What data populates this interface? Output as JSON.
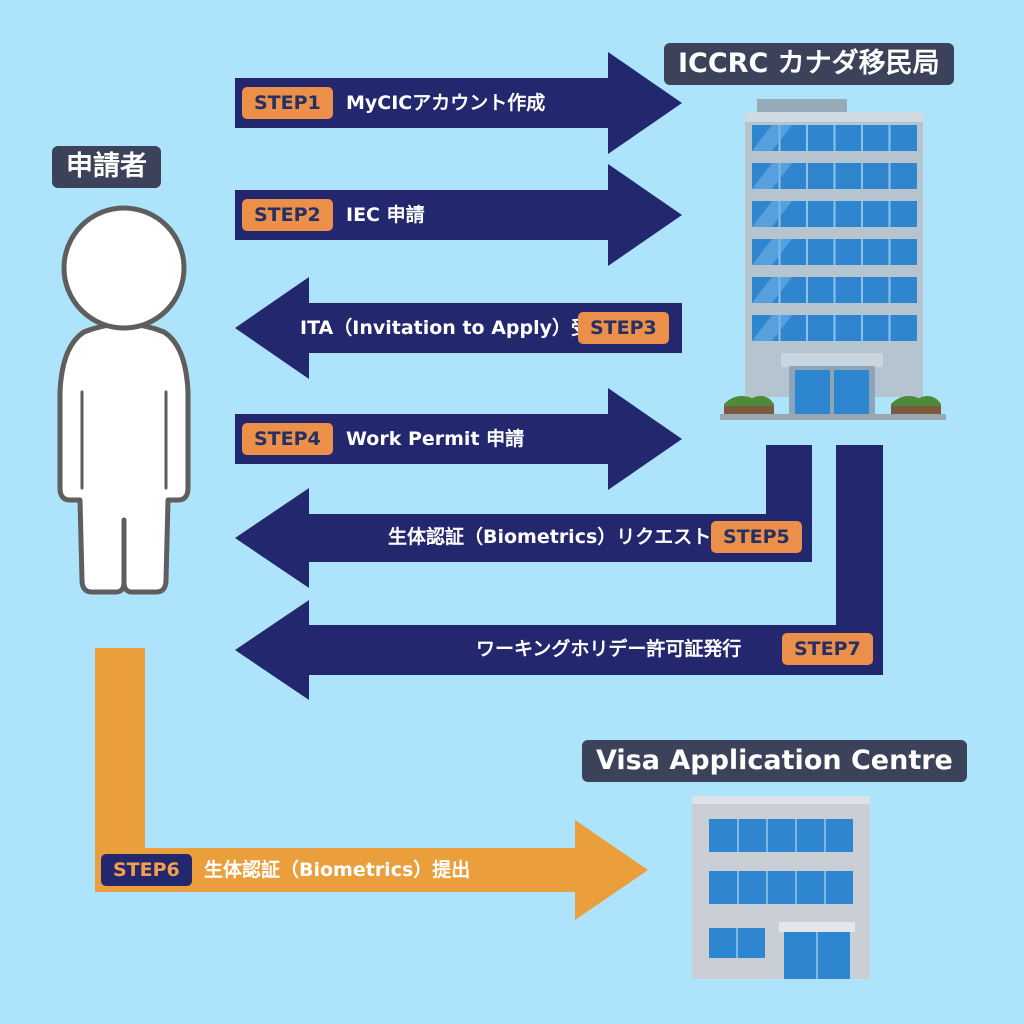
{
  "titles": {
    "applicant": "申請者",
    "iccrc": "ICCRC カナダ移民局",
    "vac": "Visa Application Centre"
  },
  "steps": [
    {
      "badge": "STEP1",
      "text": "MyCICアカウント作成"
    },
    {
      "badge": "STEP2",
      "text": "IEC 申請"
    },
    {
      "badge": "STEP3",
      "text": "ITA（Invitation to Apply）受領"
    },
    {
      "badge": "STEP4",
      "text": "Work Permit 申請"
    },
    {
      "badge": "STEP5",
      "text": "生体認証（Biometrics）リクエスト"
    },
    {
      "badge": "STEP6",
      "text": "生体認証（Biometrics）提出"
    },
    {
      "badge": "STEP7",
      "text": "ワーキングホリデー許可証発行"
    }
  ],
  "colors": {
    "background": "#ade4fb",
    "arrow_navy": "#22276e",
    "arrow_orange": "#eb9f3c",
    "badge_orange": "#eb8f4a",
    "title_bg": "#3b4259"
  },
  "icons": [
    "person-icon",
    "office-tower-icon",
    "office-building-icon"
  ]
}
